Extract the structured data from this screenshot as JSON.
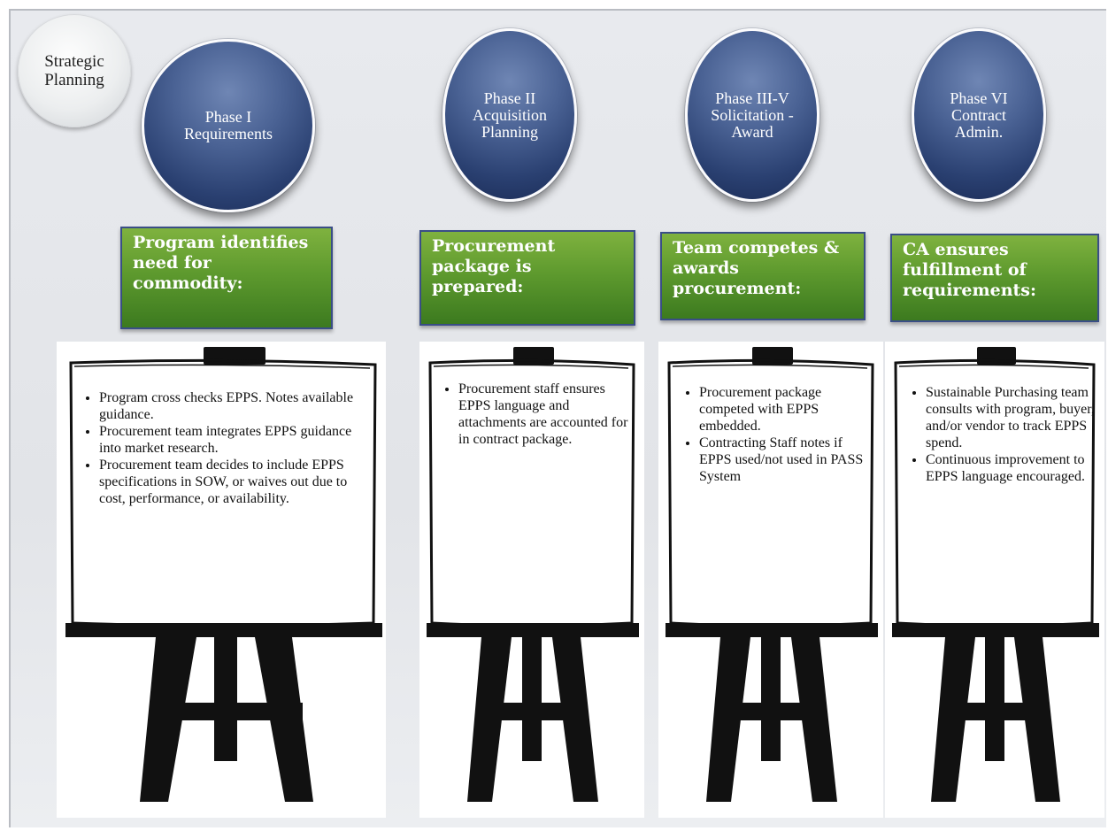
{
  "strategic": "Strategic Planning",
  "phases": [
    {
      "label": "Phase I Requirements"
    },
    {
      "label": "Phase II Acquisition Planning"
    },
    {
      "label": "Phase III-V Solicitation - Award"
    },
    {
      "label": "Phase VI Contract Admin."
    }
  ],
  "headers": [
    "Program identifies need for commodity:",
    "Procurement package is prepared:",
    "Team competes & awards procurement:",
    "CA ensures fulfillment of requirements:"
  ],
  "easels": [
    {
      "bullets": [
        "Program cross checks EPPS. Notes available guidance.",
        "Procurement team integrates EPPS guidance into market research.",
        "Procurement team decides to include EPPS specifications in SOW,  or waives out due to cost, performance, or availability."
      ]
    },
    {
      "bullets": [
        "Procurement staff ensures EPPS language and attachments are accounted for in contract package."
      ]
    },
    {
      "bullets": [
        "Procurement package competed with EPPS embedded.",
        "Contracting Staff notes if EPPS used/not used in PASS System"
      ]
    },
    {
      "bullets": [
        "Sustainable Purchasing team consults with program, buyer, and/or vendor to track EPPS spend.",
        "Continuous improvement to EPPS language encouraged."
      ]
    }
  ],
  "colors": {
    "phase_circle": "#2a4071",
    "header_green": "#5e9a2e",
    "header_border": "#3a4e86",
    "easel_wood": "#111111"
  }
}
